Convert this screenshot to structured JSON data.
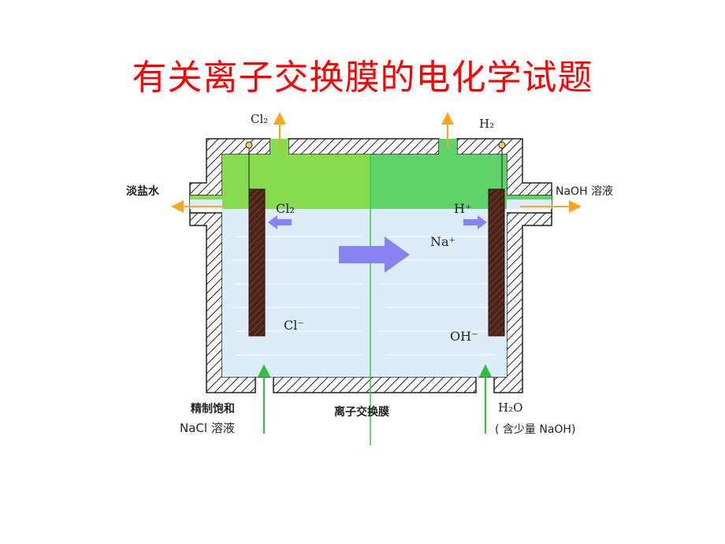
{
  "title": "有关离子交换膜的电化学试题",
  "labels": {
    "cl2_top": "Cl₂",
    "h2_top": "H₂",
    "left_outlet": "淡盐水",
    "right_outlet": "NaOH 溶液",
    "cl2_inner": "Cl₂",
    "h_plus": "H⁺",
    "na_plus": "Na⁺",
    "cl_minus": "Cl⁻",
    "oh_minus": "OH⁻",
    "left_inlet_line1": "精制饱和",
    "left_inlet_line2": "NaCl 溶液",
    "membrane": "离子交换膜",
    "right_inlet_line1": "H₂O",
    "right_inlet_line2": "( 含少量 NaOH)"
  },
  "colors": {
    "title": "#ff0000",
    "gas_region_left": "#86dc4e",
    "gas_region_right": "#5fd26a",
    "solution": "#dcecf8",
    "electrode": "#4a2418",
    "ion_arrow": "#8a82f0",
    "outlet_arrow": "#f5a623",
    "inlet_arrow": "#2fbf3a",
    "membrane": "#3cc845"
  }
}
